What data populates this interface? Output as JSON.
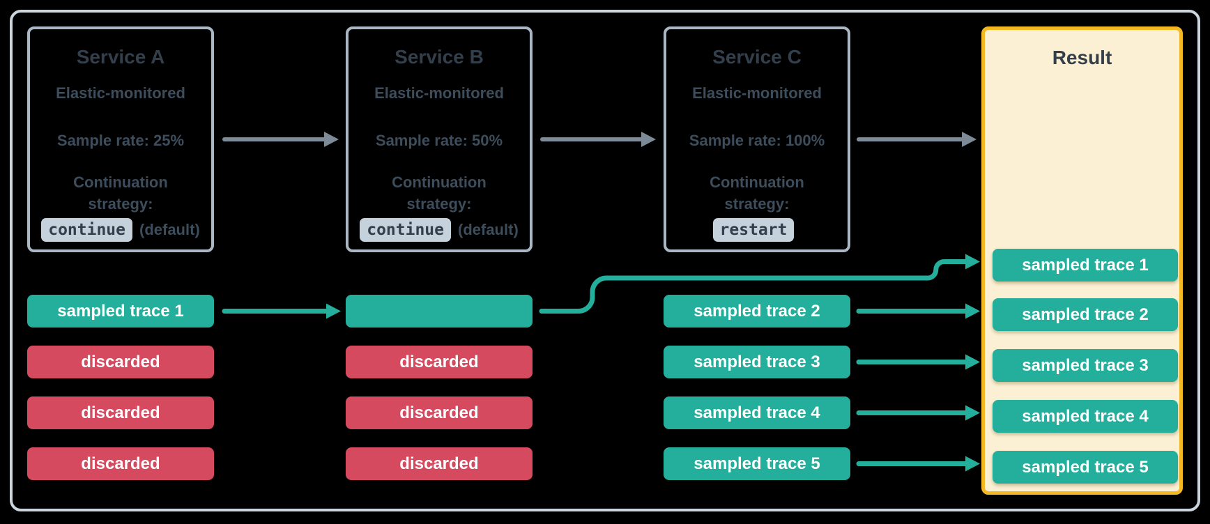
{
  "colors": {
    "background": "#000000",
    "outer_border": "#CBD5DE",
    "service_border": "#A9B8C4",
    "title_text": "#343F4C",
    "body_text": "#3D4D5C",
    "code_bg": "#C5D2DC",
    "code_text": "#333F4C",
    "teal": "#23AF9B",
    "red": "#D64A5F",
    "chip_text": "#FFFFFF",
    "result_bg": "#FBF0D3",
    "result_border": "#F4B821",
    "gray_arrow": "#7D8B99"
  },
  "services": [
    {
      "title": "Service A",
      "monitoring": "Elastic-monitored",
      "sample_rate": "Sample rate: 25%",
      "continuation_label": "Continuation strategy:",
      "strategy_code": "continue",
      "strategy_note": "(default)"
    },
    {
      "title": "Service B",
      "monitoring": "Elastic-monitored",
      "sample_rate": "Sample rate: 50%",
      "continuation_label": "Continuation strategy:",
      "strategy_code": "continue",
      "strategy_note": "(default)"
    },
    {
      "title": "Service C",
      "monitoring": "Elastic-monitored",
      "sample_rate": "Sample rate: 100%",
      "continuation_label": "Continuation strategy:",
      "strategy_code": "restart",
      "strategy_note": ""
    }
  ],
  "trace_lanes": {
    "service_a": [
      {
        "label": "sampled trace 1",
        "kind": "sampled"
      },
      {
        "label": "discarded",
        "kind": "discarded"
      },
      {
        "label": "discarded",
        "kind": "discarded"
      },
      {
        "label": "discarded",
        "kind": "discarded"
      }
    ],
    "service_b": [
      {
        "label": "",
        "kind": "sampled"
      },
      {
        "label": "discarded",
        "kind": "discarded"
      },
      {
        "label": "discarded",
        "kind": "discarded"
      },
      {
        "label": "discarded",
        "kind": "discarded"
      }
    ],
    "service_c": [
      {
        "label": "sampled trace 2",
        "kind": "sampled"
      },
      {
        "label": "sampled trace 3",
        "kind": "sampled"
      },
      {
        "label": "sampled trace 4",
        "kind": "sampled"
      },
      {
        "label": "sampled trace 5",
        "kind": "sampled"
      }
    ]
  },
  "result": {
    "title": "Result",
    "chips": [
      {
        "label": "sampled trace 1",
        "kind": "sampled"
      },
      {
        "label": "sampled trace 2",
        "kind": "sampled"
      },
      {
        "label": "sampled trace 3",
        "kind": "sampled"
      },
      {
        "label": "sampled trace 4",
        "kind": "sampled"
      },
      {
        "label": "sampled trace 5",
        "kind": "sampled"
      }
    ]
  }
}
